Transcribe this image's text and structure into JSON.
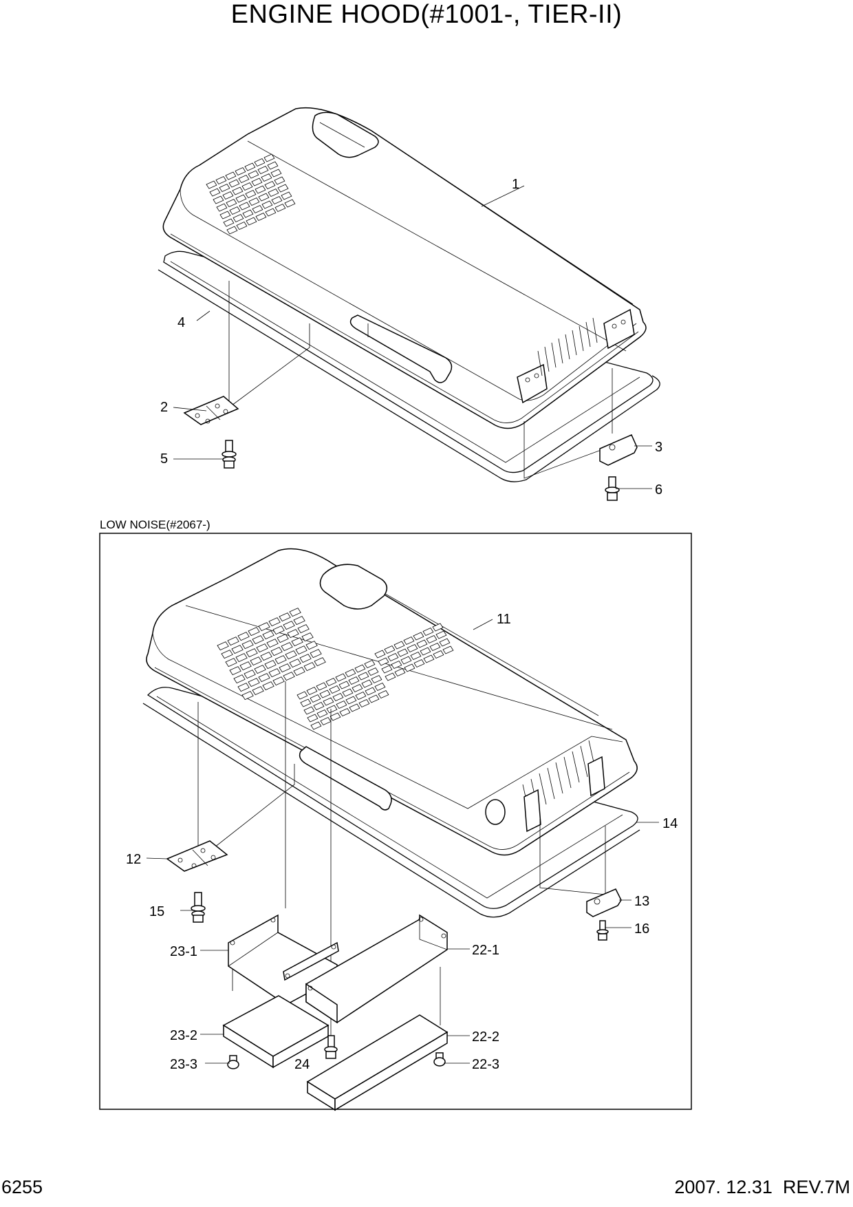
{
  "title": "ENGINE HOOD(#1001-, TIER-II)",
  "section_label": "LOW NOISE(#2067-)",
  "footer": {
    "page_number": "6255",
    "date_revision": "2007. 12.31  REV.7M"
  },
  "callouts": {
    "c1": "1",
    "c2": "2",
    "c3": "3",
    "c4": "4",
    "c5": "5",
    "c6": "6",
    "c11": "11",
    "c12": "12",
    "c13": "13",
    "c14": "14",
    "c15": "15",
    "c16": "16",
    "c22_1": "22-1",
    "c22_2": "22-2",
    "c22_3": "22-3",
    "c23_1": "23-1",
    "c23_2": "23-2",
    "c23_3": "23-3",
    "c24": "24"
  }
}
